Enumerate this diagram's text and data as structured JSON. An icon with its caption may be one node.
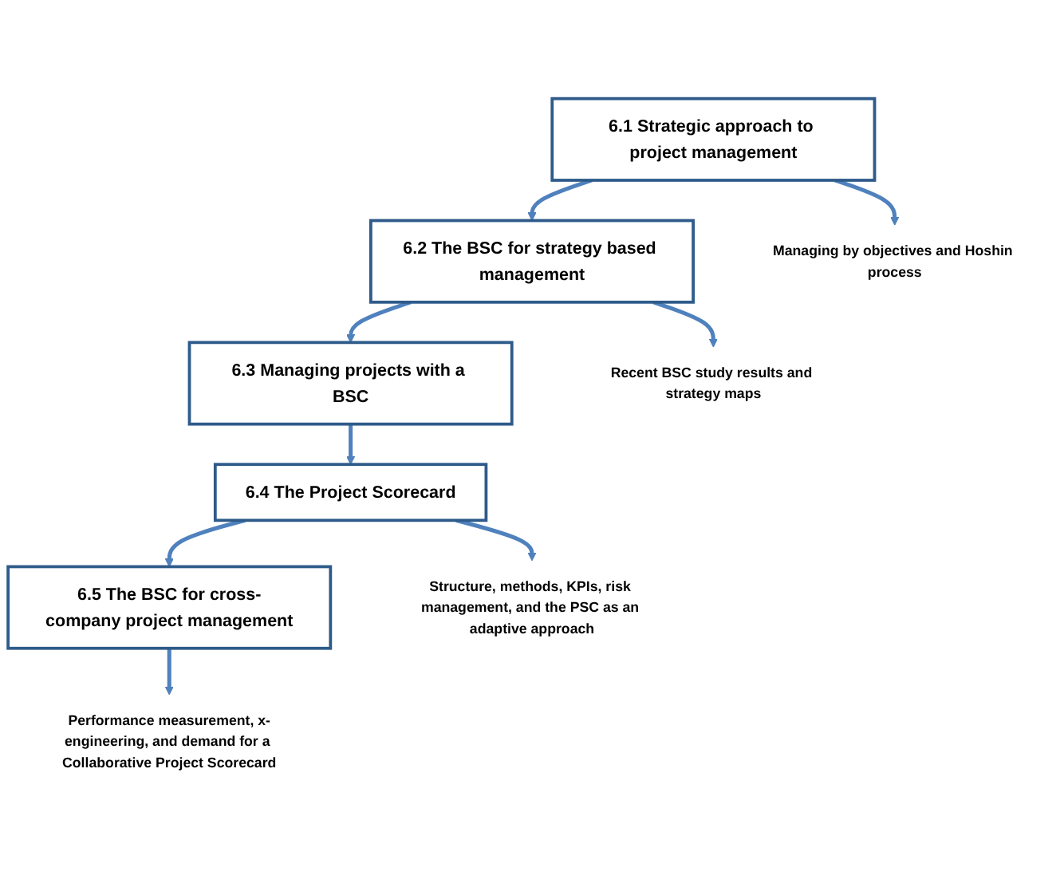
{
  "diagram": {
    "nodes": [
      {
        "text": [
          "6.1 Strategic approach to project management"
        ]
      },
      {
        "text": [
          "6.2 The BSC for strategy based management"
        ]
      },
      {
        "text": [
          "6.3 Managing projects with a BSC"
        ]
      },
      {
        "text": [
          "6.4 The Project Scorecard"
        ]
      },
      {
        "text": [
          "6.5 The BSC for cross-company project management"
        ]
      },
      {
        "text": [
          "Managing by objectives and Hoshin process"
        ]
      },
      {
        "text": [
          "Recent BSC study results and strategy maps"
        ]
      },
      {
        "text": [
          "Structure, methods, KPIs, risk management, and the PSC as an adaptive approach"
        ]
      },
      {
        "text": [
          "Performance measurement, x-engineering, and demand for a Collaborative Project Scorecard"
        ]
      }
    ],
    "edges": [
      {
        "from": 0,
        "to": 1,
        "arrow": "to"
      },
      {
        "from": 1,
        "to": 2,
        "arrow": "to"
      },
      {
        "from": 2,
        "to": 3,
        "arrow": "to"
      },
      {
        "from": 3,
        "to": 4,
        "arrow": "to"
      },
      {
        "from": 0,
        "to": 5,
        "arrow": "to"
      },
      {
        "from": 1,
        "to": 6,
        "arrow": "to"
      },
      {
        "from": 3,
        "to": 7,
        "arrow": "to"
      },
      {
        "from": 4,
        "to": 8,
        "arrow": "to"
      }
    ]
  }
}
